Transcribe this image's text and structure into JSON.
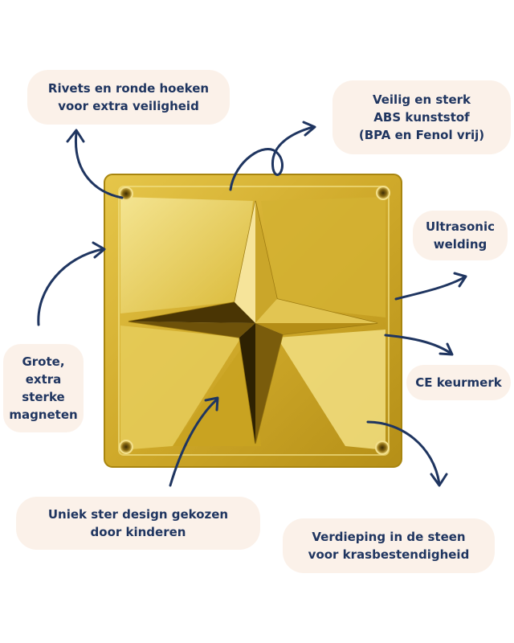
{
  "labels": {
    "rivets": [
      "Rivets en ronde hoeken",
      "voor extra veiligheid"
    ],
    "abs": [
      "Veilig en sterk",
      "ABS kunststof",
      "(BPA en Fenol vrij)"
    ],
    "ultrasonic": [
      "Ultrasonic",
      "welding"
    ],
    "magnets": [
      "Grote,",
      "extra",
      "sterke",
      "magneten"
    ],
    "ce": [
      "CE keurmerk"
    ],
    "star_design": [
      "Uniek ster design gekozen",
      "door kinderen"
    ],
    "recess": [
      "Verdieping in de steen",
      "voor krasbestendigheid"
    ]
  },
  "colors": {
    "label_bg": "#fbf1e9",
    "text": "#1f3560",
    "arrow": "#1f3560",
    "gold_light": "#f3e28a",
    "gold_mid": "#d9b52e",
    "gold_dark": "#8a6a0c"
  }
}
